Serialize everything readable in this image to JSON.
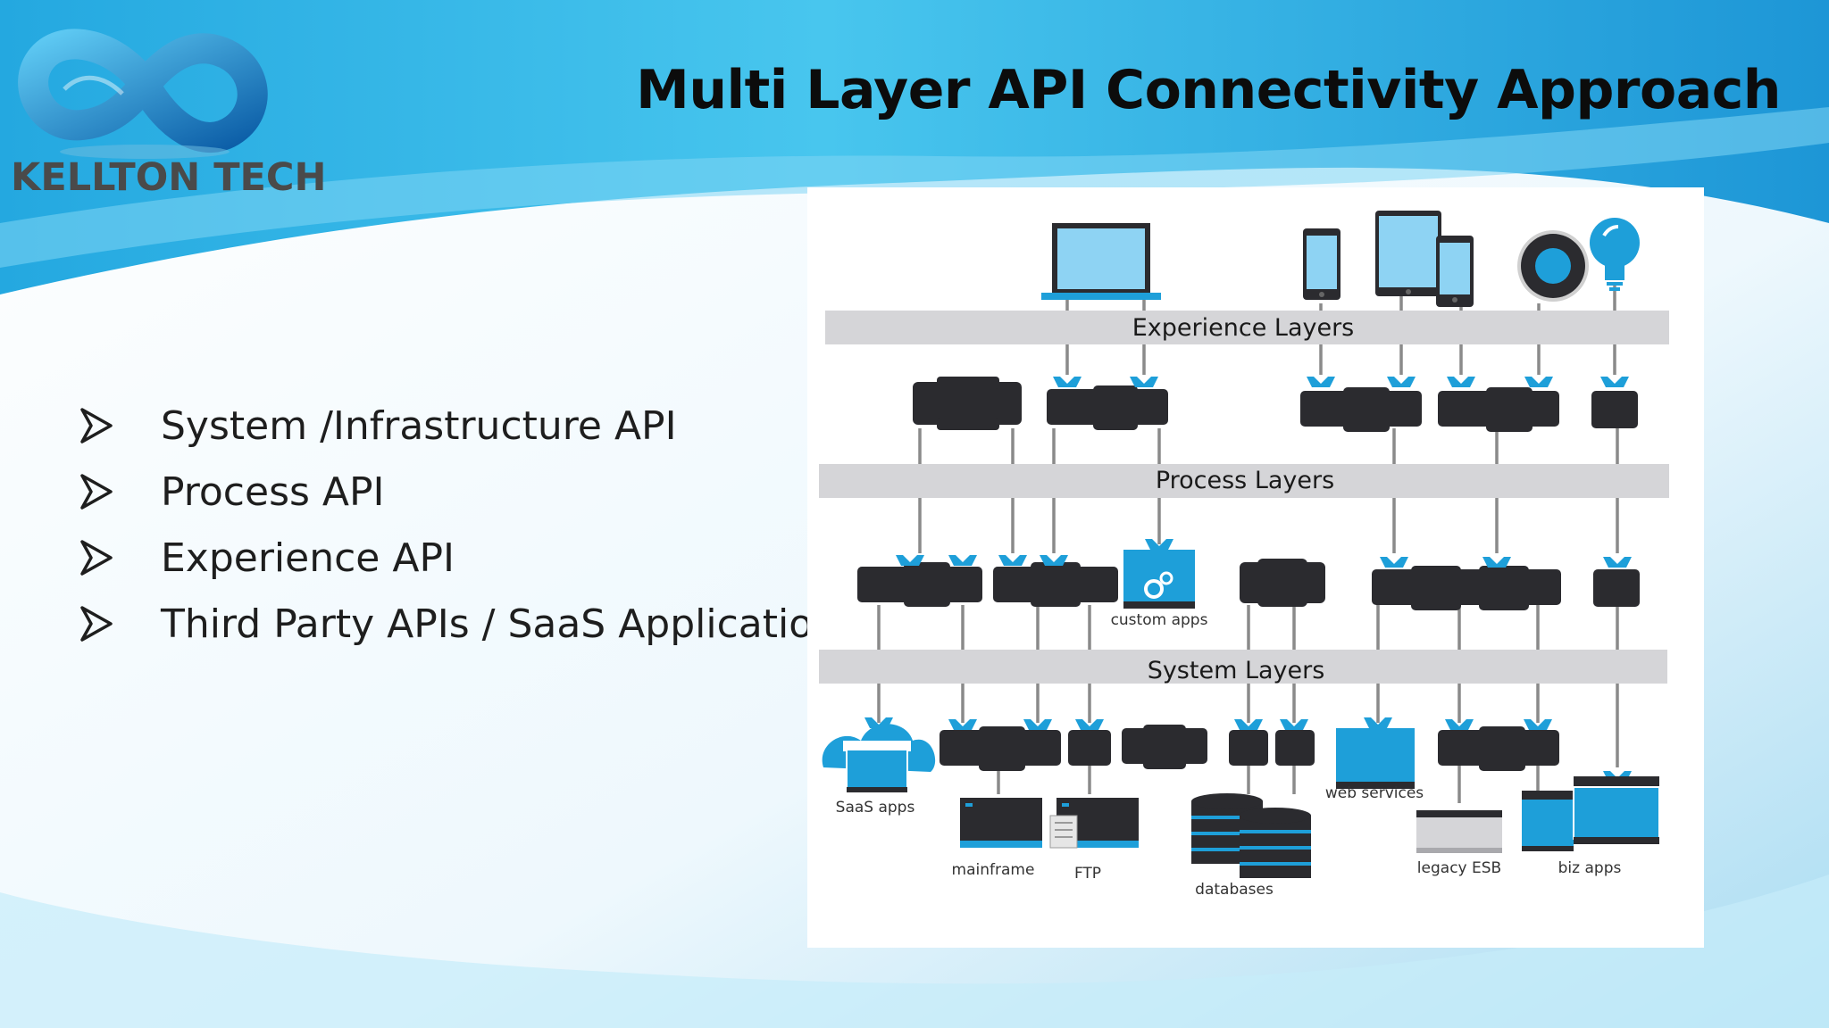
{
  "brand": {
    "name": "KELLTON TECH"
  },
  "title": "Multi Layer API Connectivity Approach",
  "bullets": [
    "System /Infrastructure API",
    "Process API",
    "Experience API",
    "Third Party APIs / SaaS Applications"
  ],
  "diagram": {
    "layers": {
      "experience": "Experience Layers",
      "process": "Process Layers",
      "system": "System Layers"
    },
    "captions": {
      "custom_apps": "custom apps",
      "saas_apps": "SaaS apps",
      "mainframe": "mainframe",
      "ftp": "FTP",
      "databases": "databases",
      "web_services": "web services",
      "legacy_esb": "legacy ESB",
      "biz_apps": "biz apps"
    }
  },
  "colors": {
    "accent_blue": "#1e9fd9",
    "node_dark": "#2b2b2f",
    "band_gray": "#d5d5d8",
    "connector_gray": "#8a8a8a"
  }
}
